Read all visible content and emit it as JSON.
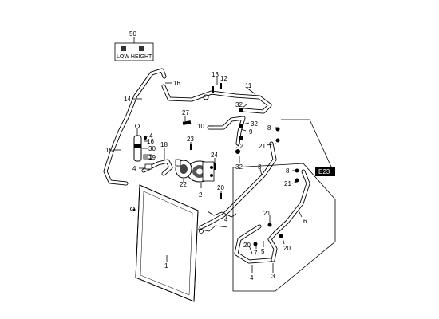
{
  "callouts": {
    "c50": "50",
    "c16a": "16",
    "c13": "13",
    "c12": "12",
    "c11": "11",
    "c14": "14",
    "c27": "27",
    "c32a": "32",
    "c32b": "32",
    "c10": "10",
    "c9": "9",
    "c8a": "8",
    "c4a": "4",
    "c16b": "16",
    "c30": "30",
    "c15": "15",
    "c18": "18",
    "c19": "19",
    "c4b": "4",
    "c23": "23",
    "c32c": "32",
    "c32d": "32",
    "c21a": "21",
    "c3a": "3",
    "c24": "24",
    "c22": "22",
    "c2": "2",
    "c20a": "20",
    "c8b": "8",
    "c21b": "21",
    "c4c": "4",
    "c6": "6",
    "c21c": "21",
    "c5": "5",
    "c20b": "20",
    "c7": "7",
    "c20c": "20",
    "c1": "1",
    "c4d": "4",
    "c3b": "3"
  },
  "low_height_label": "LOW HEIGHT",
  "e23_label": "E23",
  "colors": {
    "line": "#000000",
    "background": "#ffffff",
    "tag_bg": "#000000",
    "tag_fg": "#ffffff"
  }
}
